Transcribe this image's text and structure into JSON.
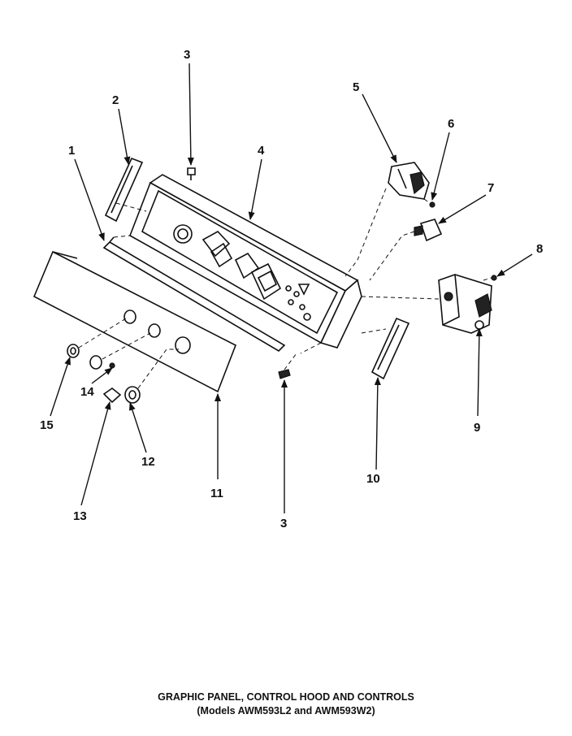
{
  "caption": {
    "line1": "GRAPHIC PANEL, CONTROL HOOD AND CONTROLS",
    "line2": "(Models AWM593L2 and AWM593W2)"
  },
  "callouts": {
    "c1": "1",
    "c2": "2",
    "c3a": "3",
    "c3b": "3",
    "c4": "4",
    "c5": "5",
    "c6": "6",
    "c7": "7",
    "c8": "8",
    "c9": "9",
    "c10": "10",
    "c11": "11",
    "c12": "12",
    "c13": "13",
    "c14": "14",
    "c15": "15"
  }
}
